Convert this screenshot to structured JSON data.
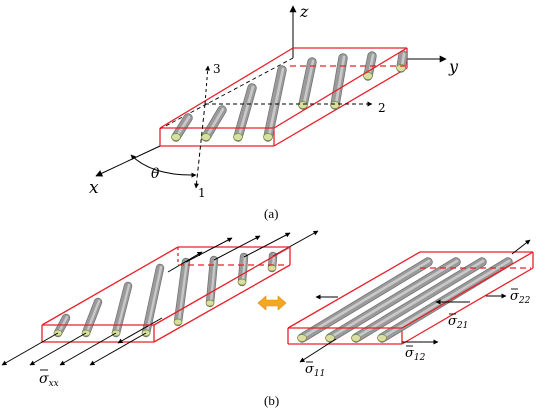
{
  "panel_a": {
    "axes": {
      "x": "x",
      "y": "y",
      "z": "z"
    },
    "material_axes": {
      "axis_1": "1",
      "axis_2": "2",
      "axis_3": "3"
    },
    "angle": "θ",
    "caption": "(a)"
  },
  "panel_b": {
    "stress_xx": {
      "base": "σ",
      "sub": "xx"
    },
    "stress_11": {
      "base": "σ",
      "sub": "11"
    },
    "stress_12": {
      "base": "σ",
      "sub": "12"
    },
    "stress_21": {
      "base": "σ",
      "sub": "21"
    },
    "stress_22": {
      "base": "σ",
      "sub": "22"
    },
    "caption": "(b)"
  },
  "colors": {
    "box_edge": "#e8202a",
    "fiber_body": "#9a9a9a",
    "fiber_end": "#d6e0a0",
    "equivalence_arrow": "#f5a623",
    "line": "#000000"
  }
}
